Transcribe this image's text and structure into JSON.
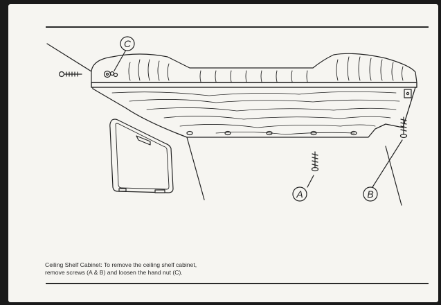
{
  "callouts": {
    "a": "A",
    "b": "B",
    "c": "C"
  },
  "caption": {
    "line1": "Ceiling Shelf Cabinet: To remove the ceiling shelf cabinet,",
    "line2": "remove screws (A & B) and loosen the hand nut (C)."
  },
  "colors": {
    "paper": "#f6f5f1",
    "ink": "#222222"
  }
}
